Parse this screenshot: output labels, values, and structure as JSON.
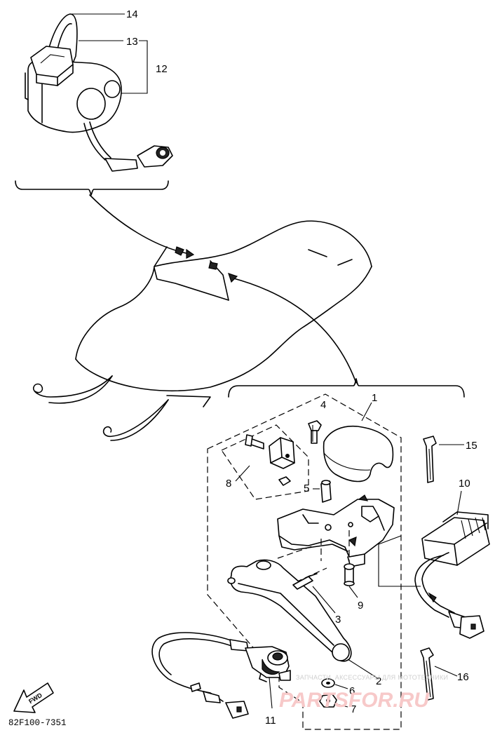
{
  "diagram_code": "82F100-7351",
  "fwd_label": "FWD",
  "watermark": {
    "tagline": "ЗАПЧАСТИ, АКСЕССУАРЫ ДЛЯ МОТОТЕХНИКИ",
    "brand": "PARTSFOR.RU"
  },
  "callouts": {
    "c1": "1",
    "c2": "2",
    "c3": "3",
    "c4": "4",
    "c5": "5",
    "c6": "6",
    "c7": "7",
    "c8": "8",
    "c9": "9",
    "c10": "10",
    "c11": "11",
    "c12": "12",
    "c13": "13",
    "c14": "14",
    "c15": "15",
    "c16": "16"
  }
}
